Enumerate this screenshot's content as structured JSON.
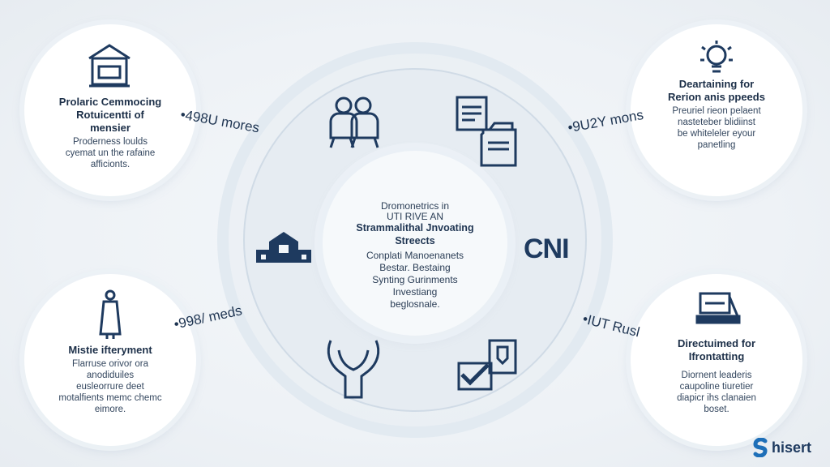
{
  "center": {
    "head_1": "Dromonetrics in",
    "head_2": "UTI RIVE AN",
    "head_3": "Strammalithal Jnvoating",
    "head_4": "Streects",
    "body": [
      "Conplati Manoenanets",
      "Bestar. Bestaing",
      "Synting Gurinments",
      "Investiang",
      "beglosnale."
    ]
  },
  "nodes": {
    "top_left": {
      "icon": "building-icon",
      "title": [
        "Prolaric Cemmocing",
        "Rotuicentti of",
        "mensier"
      ],
      "body": [
        "Proderness loulds",
        "cyemat un the rafaine",
        "afficionts."
      ]
    },
    "top_right": {
      "icon": "lightbulb-icon",
      "title": [
        "Deartaining for",
        "Rerion anis ppeeds"
      ],
      "body": [
        "Preuriel rieon pelaent",
        "nasteteber blidiinst",
        "be whiteleler eyour",
        "panetling"
      ]
    },
    "bottom_left": {
      "icon": "person-icon",
      "title": [
        "Mistie ifteryment"
      ],
      "body": [
        "Flarruse orivor ora",
        "anodiduiles",
        "eusleorrure deet",
        "motalfients memc chemc",
        "eimore."
      ]
    },
    "bottom_right": {
      "icon": "computer-icon",
      "title": [
        "Directuimed for",
        "Ifrontatting"
      ],
      "body": [
        "Diornent leaderis",
        "caupoline tiuretier",
        "diapicr ihs clanaien",
        "boset."
      ]
    }
  },
  "labels": {
    "top_left": "•498U mores",
    "top_right": "•9U2Y mons",
    "bottom_left": "•998/ meds",
    "bottom_right": "•IUT Rusl"
  },
  "ring_icons": {
    "top_left": "people-icon",
    "top_right": "documents-icon",
    "left": "house-icon",
    "right_text": "CNI",
    "bottom_left": "hands-icon",
    "bottom_right": "checklist-icon"
  },
  "brand": {
    "name": "hisert",
    "icon": "s-logo-icon"
  },
  "colors": {
    "primary": "#1e3a5f",
    "background": "#eef2f6",
    "node_fill": "#ffffff"
  }
}
